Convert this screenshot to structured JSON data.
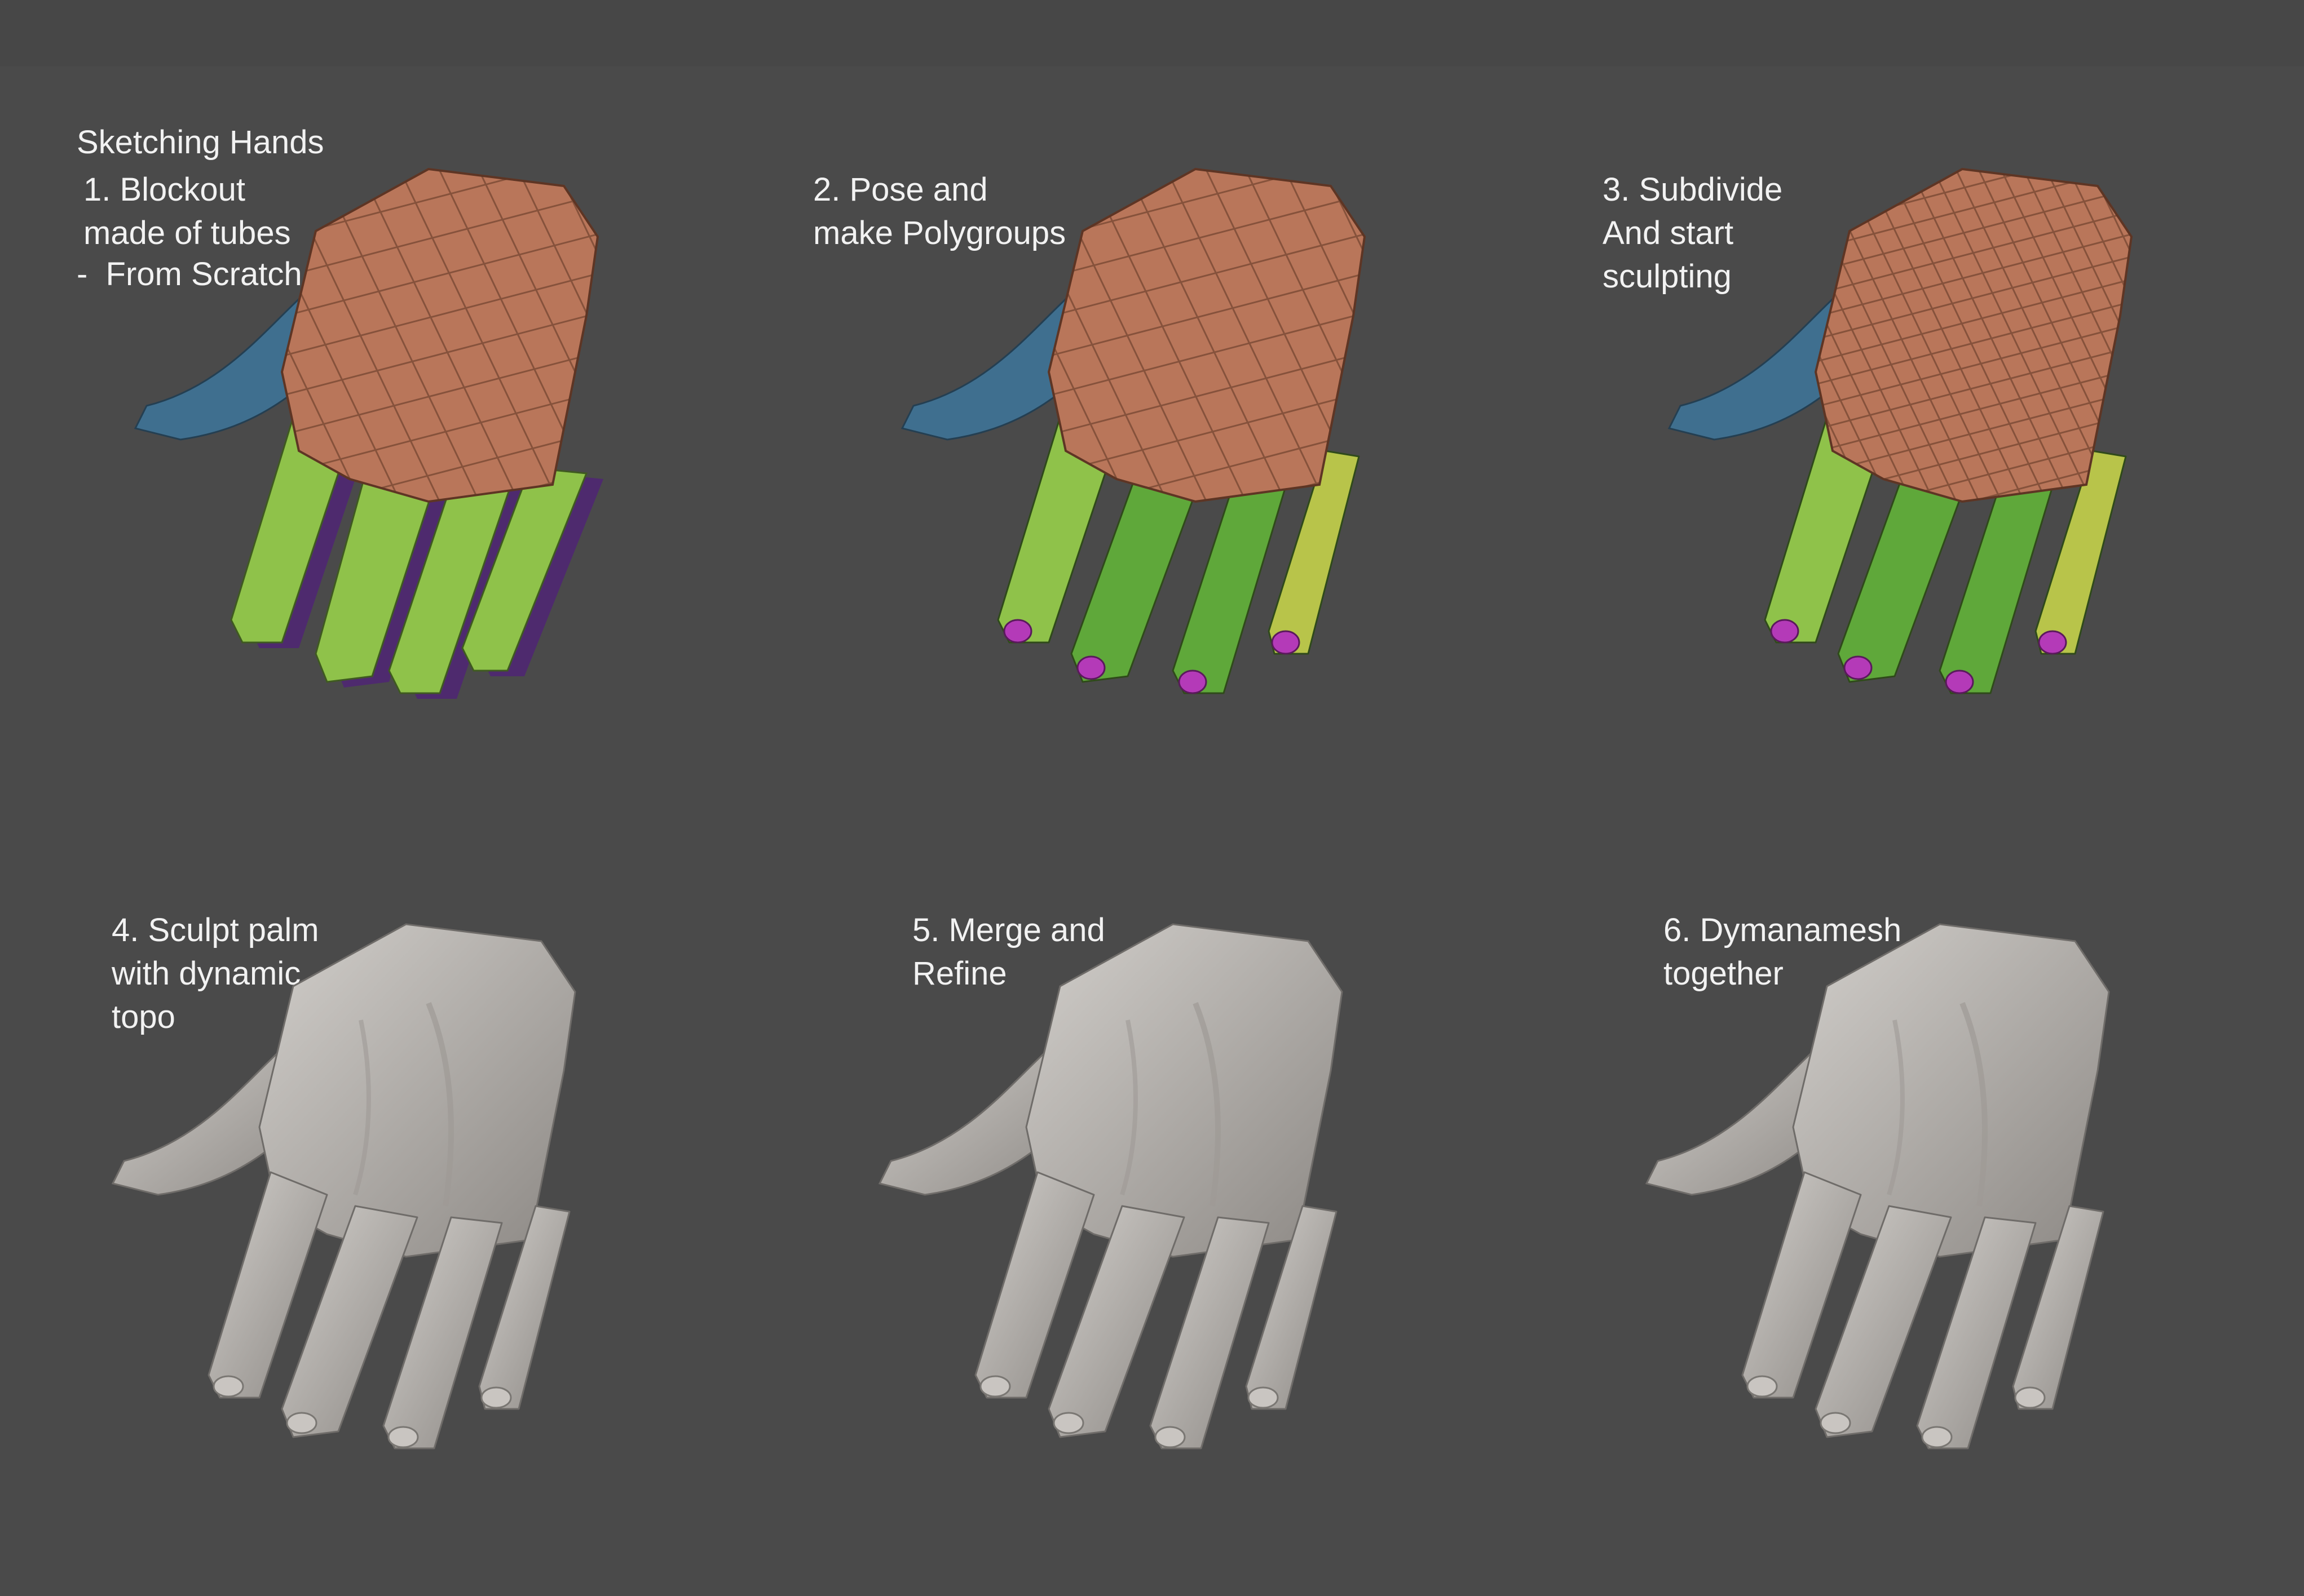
{
  "title": {
    "line1": "Sketching Hands",
    "line2": "-  From Scratch  -"
  },
  "steps": [
    {
      "label": "1. Blockout\nmade of tubes",
      "style": "blockout"
    },
    {
      "label": "2. Pose and\nmake Polygroups",
      "style": "polygroups"
    },
    {
      "label": "3. Subdivide\nAnd start\nsculpting",
      "style": "subdivided"
    },
    {
      "label": "4. Sculpt palm\nwith dynamic\ntopo",
      "style": "clay"
    },
    {
      "label": "5. Merge and\nRefine",
      "style": "clay"
    },
    {
      "label": "6. Dymanamesh\ntogether",
      "style": "clay"
    }
  ],
  "colors": {
    "background": "#4a4a4a",
    "palm": "#b9765a",
    "thumb": "#3f6f8f",
    "finger_light": "#8fc24a",
    "finger_mid": "#5fa83a",
    "finger_yellow": "#b8c44a",
    "finger_purple": "#4e2a6e",
    "nail": "#b43ab8",
    "clay": "#b2aeaa",
    "text": "#f2f2f2"
  }
}
